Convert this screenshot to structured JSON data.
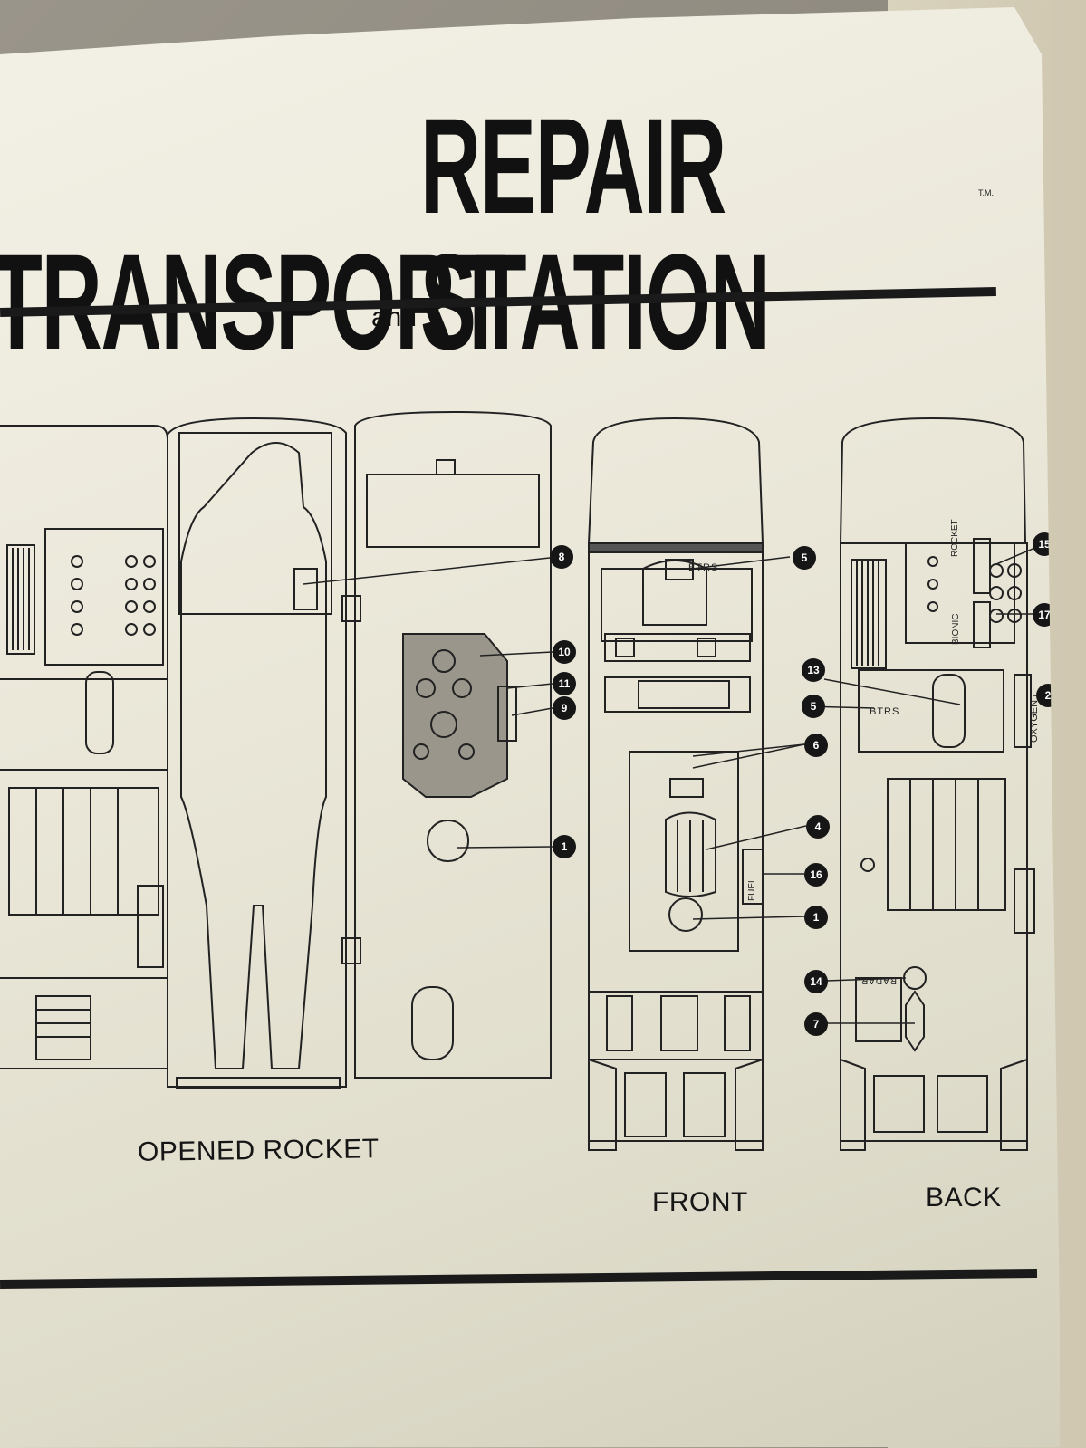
{
  "title": {
    "part1": "TRANSPORT",
    "connector": "and",
    "part2": "REPAIR STATION",
    "trademark": "T.M."
  },
  "captions": {
    "opened": "OPENED ROCKET",
    "front": "FRONT",
    "back": "BACK"
  },
  "labels": {
    "btrs": "BTRS",
    "rocket": "ROCKET",
    "bionic": "BIONIC",
    "oxygen": "OXYGEN",
    "fuel": "FUEL",
    "radar": "RADAR"
  },
  "callouts": [
    "8",
    "10",
    "11",
    "9",
    "1",
    "5",
    "13",
    "5",
    "6",
    "4",
    "16",
    "1",
    "14",
    "7",
    "15",
    "17",
    "2"
  ]
}
